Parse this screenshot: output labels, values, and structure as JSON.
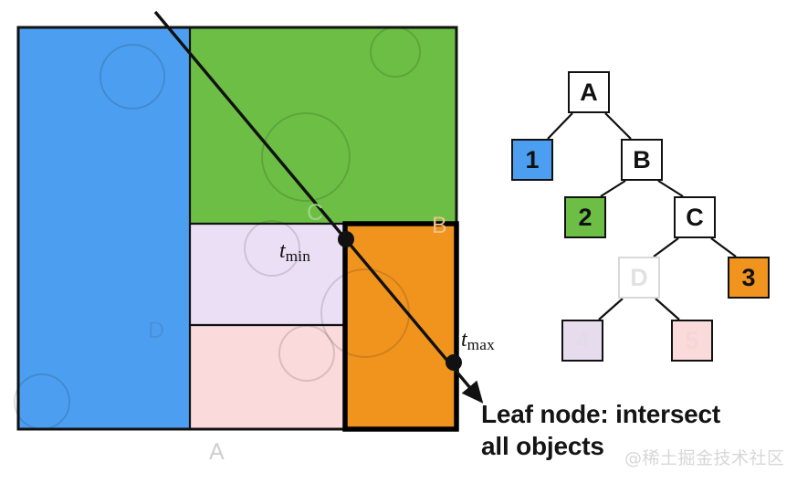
{
  "figure": {
    "title_caption": "Leaf node: intersect all objects",
    "caption_line1": "Leaf node: intersect",
    "caption_line2": "all objects",
    "watermark": "@稀土掘金技术社区"
  },
  "colors": {
    "blue": "#4c9ff0",
    "green": "#6cbe45",
    "orange": "#f0941e",
    "light_purple": "#ebdff5",
    "light_pink": "#fadada",
    "stroke": "#111111",
    "faded_gray": "#e2e2e2",
    "watermark_gray": "#d7d7d7"
  },
  "partition": {
    "regions": [
      {
        "id": "1",
        "label": "1",
        "color": "#4c9ff0",
        "name": "blue-leaf-region"
      },
      {
        "id": "2",
        "label": "2",
        "color": "#6cbe45",
        "name": "green-leaf-region"
      },
      {
        "id": "3",
        "label": "3",
        "color": "#f0941e",
        "name": "orange-leaf-region"
      },
      {
        "id": "4",
        "label": "4",
        "color": "#ebdff5",
        "name": "purple-leaf-region"
      },
      {
        "id": "5",
        "label": "5",
        "color": "#fadada",
        "name": "pink-leaf-region"
      }
    ],
    "split_labels": {
      "a": "A",
      "b": "B",
      "c": "C",
      "d": "D"
    }
  },
  "ray": {
    "t_min_label": "t",
    "t_min_sub": "min",
    "t_max_label": "t",
    "t_max_sub": "max"
  },
  "tree": {
    "nodes": [
      {
        "id": "A",
        "label": "A",
        "type": "internal"
      },
      {
        "id": "B",
        "label": "B",
        "type": "internal"
      },
      {
        "id": "C",
        "label": "C",
        "type": "internal"
      },
      {
        "id": "D",
        "label": "D",
        "type": "internal"
      },
      {
        "id": "1",
        "label": "1",
        "type": "leaf",
        "color": "#4c9ff0"
      },
      {
        "id": "2",
        "label": "2",
        "type": "leaf",
        "color": "#6cbe45"
      },
      {
        "id": "3",
        "label": "3",
        "type": "leaf",
        "color": "#f0941e"
      },
      {
        "id": "4",
        "label": "4",
        "type": "leaf",
        "color": "#ebdff5"
      },
      {
        "id": "5",
        "label": "5",
        "type": "leaf",
        "color": "#fadada"
      }
    ],
    "edges": [
      [
        "A",
        "1"
      ],
      [
        "A",
        "B"
      ],
      [
        "B",
        "2"
      ],
      [
        "B",
        "C"
      ],
      [
        "C",
        "D"
      ],
      [
        "C",
        "3"
      ],
      [
        "D",
        "4"
      ],
      [
        "D",
        "5"
      ]
    ]
  }
}
